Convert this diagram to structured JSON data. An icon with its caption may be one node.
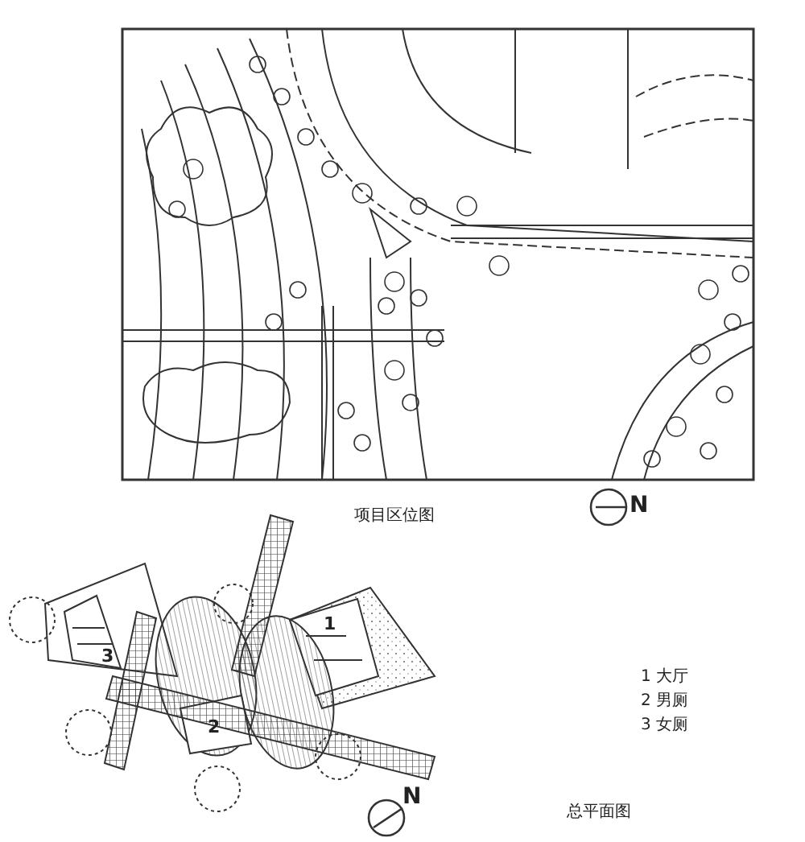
{
  "diagram": {
    "labels": [
      "项目区位图",
      "N",
      "1",
      "3",
      "2",
      "1 大厅",
      "2 男厕",
      "3 女厕",
      "N",
      "总平面图"
    ]
  }
}
